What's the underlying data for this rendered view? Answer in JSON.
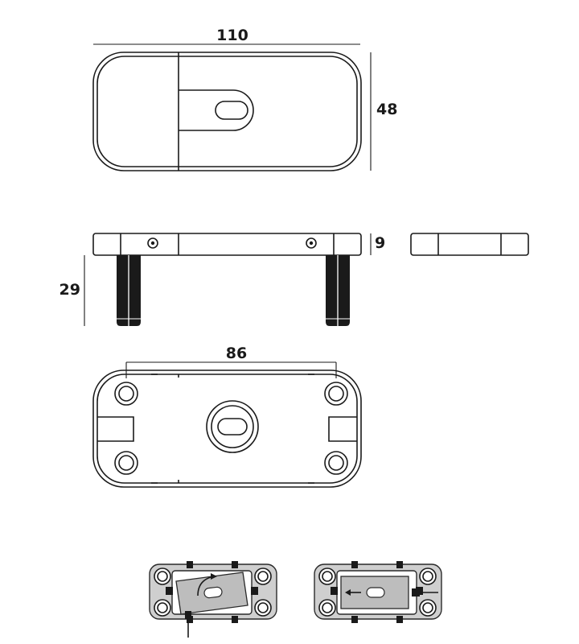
{
  "dimensions": {
    "width": "110",
    "height": "48",
    "thickness": "9",
    "pin_length": "29",
    "hole_spacing": "86"
  },
  "colors": {
    "line": "#1a1a1a",
    "part_fill": "#ffffff",
    "step_fill": "#cfcfcf",
    "pin": "#1a1a1a"
  },
  "icons": {
    "rotate": "curved-arrow-icon",
    "push": "left-arrow-icon"
  }
}
